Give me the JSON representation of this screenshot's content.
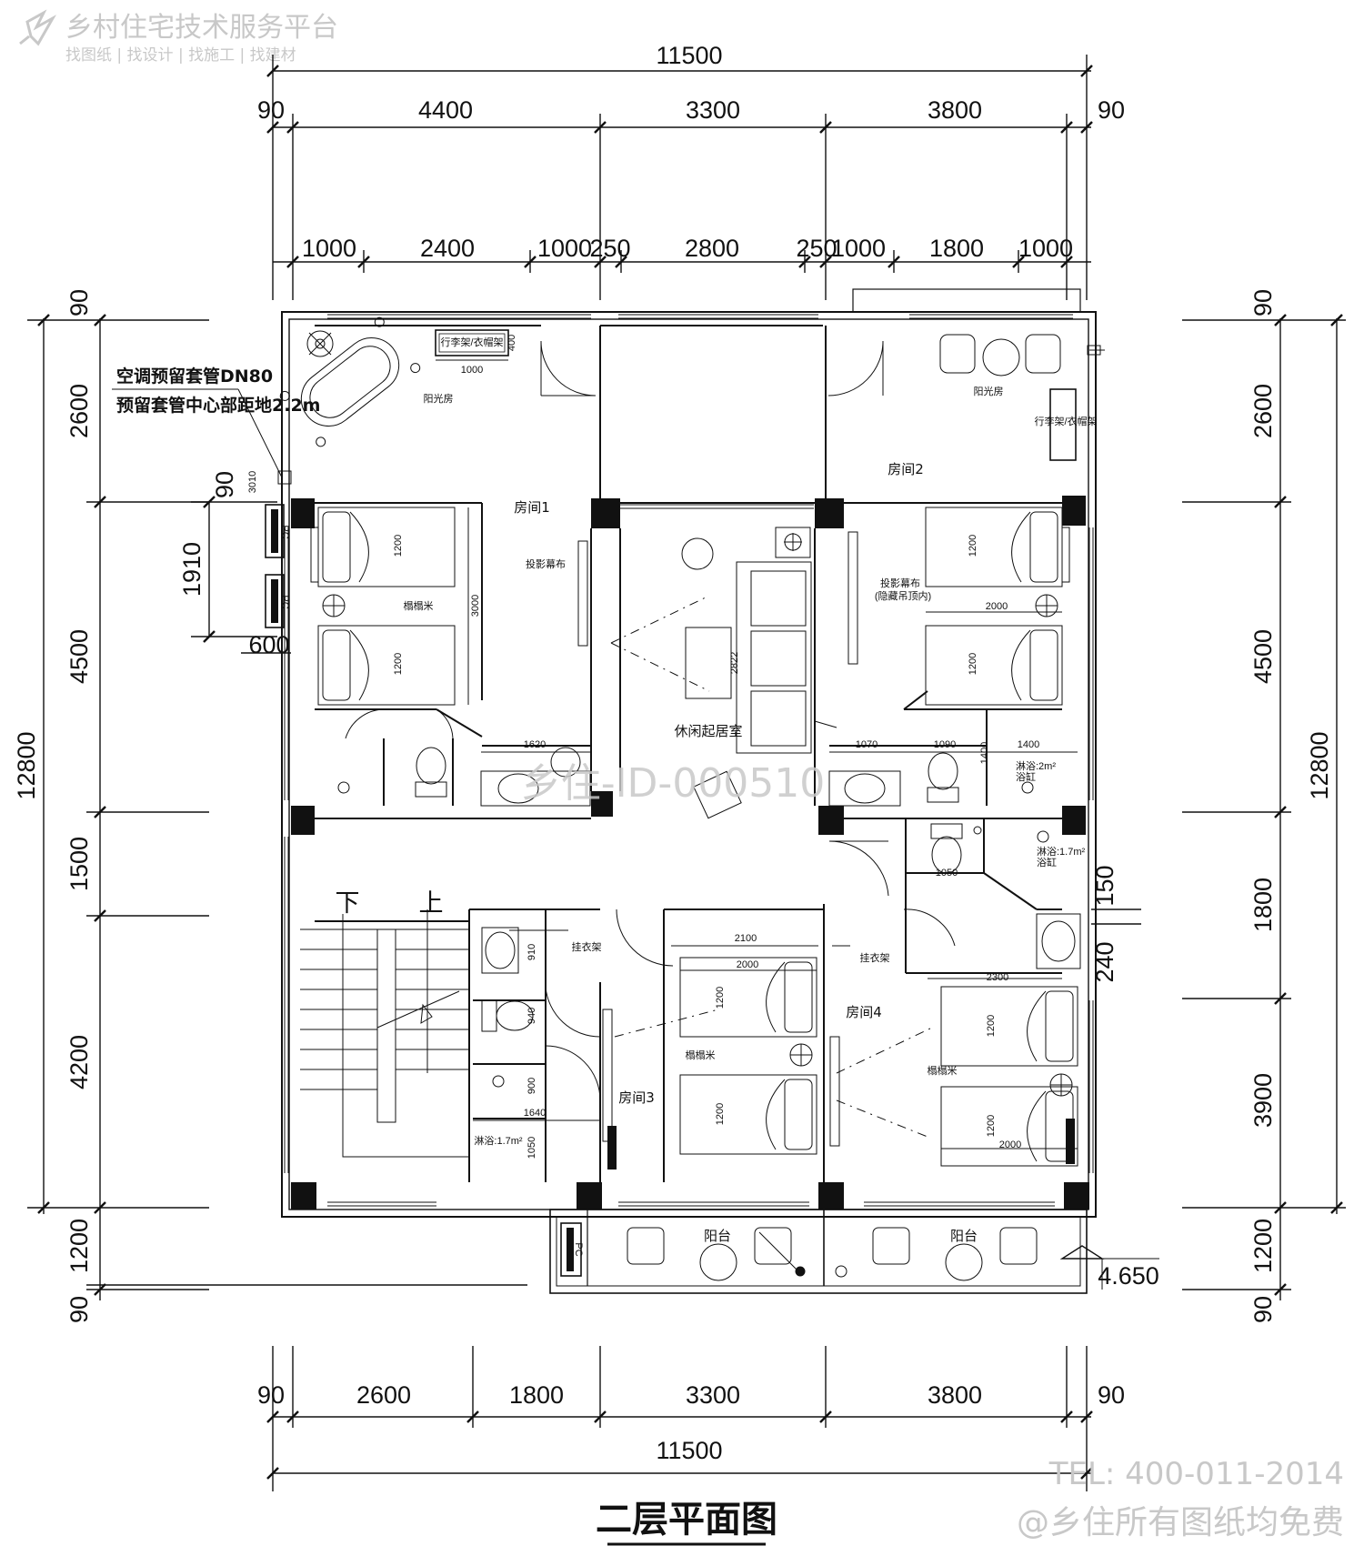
{
  "watermark": {
    "brand": "乡村住宅技术服务平台",
    "slogan": "找图纸 | 找设计 | 找施工 | 找建材",
    "center": "乡住-ID-000510",
    "tel": "TEL: 400-011-2014",
    "free": "@乡住所有图纸均免费"
  },
  "drawing_title": "二层平面图",
  "dims_top": {
    "total": "11500",
    "row1": [
      "90",
      "4400",
      "3300",
      "3800",
      "90"
    ],
    "row2": [
      "1000",
      "2400",
      "1000",
      "250",
      "2800",
      "250",
      "1000",
      "1800",
      "1000"
    ]
  },
  "dims_bottom": {
    "row1": [
      "90",
      "2600",
      "1800",
      "3300",
      "3800",
      "90"
    ],
    "total": "11500"
  },
  "dims_left": {
    "total": "12800",
    "segments": [
      "90",
      "2600",
      "4500",
      "1500",
      "4200",
      "1200",
      "90"
    ],
    "window": [
      "90",
      "1910",
      "600"
    ],
    "tiny": "3010"
  },
  "dims_right": {
    "total": "12800",
    "segments": [
      "90",
      "2600",
      "4500",
      "1800",
      "3900",
      "1200",
      "90"
    ],
    "small": [
      "150",
      "240"
    ]
  },
  "rooms": {
    "room1": "房间1",
    "room2": "房间2",
    "room3": "房间3",
    "room4": "房间4",
    "living": "休闲起居室",
    "sun_left": "阳光房",
    "sun_right": "阳光房",
    "balcony_left": "阳台",
    "balcony_right": "阳台"
  },
  "notes": {
    "ac_line1": "空调预留套管DN80",
    "ac_line2": "预留套管中心部距地2.2m"
  },
  "labels": {
    "down": "下",
    "up": "上",
    "pc": "PC",
    "elevation": "4.650",
    "rack_left": "行李架/衣帽架",
    "rack_right": "行李架/衣帽架",
    "tatami": "榻榻米",
    "projector1": "投影幕布",
    "projector2": "投影幕布",
    "projector2_sub": "(隐藏吊顶内)",
    "hanger1": "挂衣架",
    "hanger2": "挂衣架",
    "shower_2": "淋浴:2m²",
    "shower_17a": "淋浴:1.7m²",
    "shower_17b": "淋浴:1.7m²",
    "bath": "浴缸"
  },
  "inner_dims": {
    "r1_1000": "1000",
    "r1_400": "400",
    "r1_3000": "3000",
    "bed_1200": "1200",
    "bed_2000": "2000",
    "liv_2822": "2822",
    "r1_1620": "1620",
    "r2_1070": "1070",
    "r2_1090": "1090",
    "r2_1400a": "1400",
    "r2_1400b": "1400",
    "r2_1050": "1050",
    "r3_2100": "2100",
    "r4_2300": "2300",
    "b_910": "910",
    "b_940": "940",
    "b_900": "900",
    "b_1640": "1640",
    "b_1050": "1050"
  }
}
